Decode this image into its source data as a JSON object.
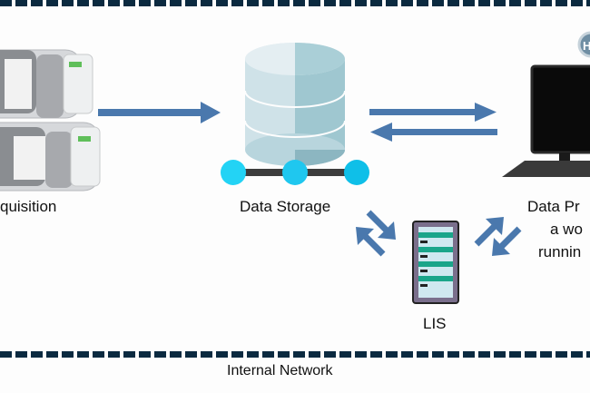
{
  "diagram": {
    "nodes": {
      "acquisition": {
        "label": "quisition",
        "icon": "scanner-device-icon"
      },
      "storage": {
        "label": "Data Storage",
        "icon": "database-icon"
      },
      "processing": {
        "label_lines": [
          "Data Pr",
          "a wo",
          "runnin"
        ],
        "icon": "desktop-computer-icon",
        "badge": "HS"
      },
      "lis": {
        "label": "LIS",
        "icon": "server-rack-icon"
      }
    },
    "network_label": "Internal Network",
    "colors": {
      "arrow": "#4a78ad",
      "dash": "#0b2a40",
      "node_dot": "#1fc7ef"
    }
  }
}
